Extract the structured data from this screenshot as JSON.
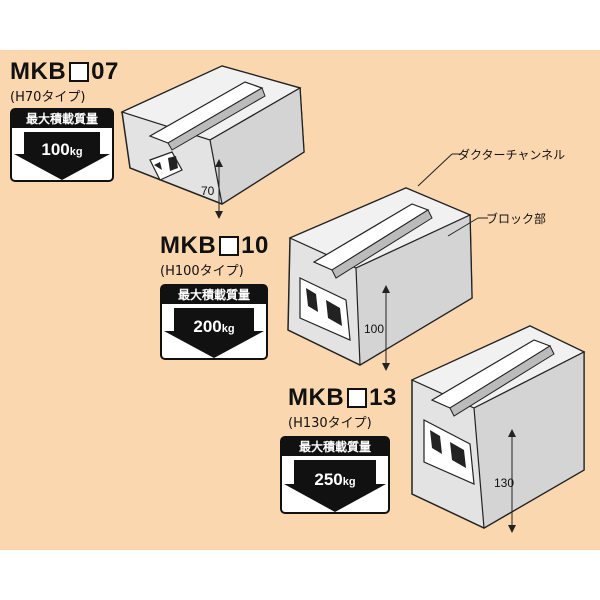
{
  "colors": {
    "background": "#fbd7b0",
    "block": "#e3e3e3",
    "outline": "#222222"
  },
  "products": [
    {
      "model_prefix": "MKB",
      "model_suffix": "07",
      "type": "(H70タイプ)",
      "load_title": "最大積載質量",
      "load_value": "100",
      "load_unit": "kg",
      "height": "70"
    },
    {
      "model_prefix": "MKB",
      "model_suffix": "10",
      "type": "(H100タイプ)",
      "load_title": "最大積載質量",
      "load_value": "200",
      "load_unit": "kg",
      "height": "100"
    },
    {
      "model_prefix": "MKB",
      "model_suffix": "13",
      "type": "(H130タイプ)",
      "load_title": "最大積載質量",
      "load_value": "250",
      "load_unit": "kg",
      "height": "130"
    }
  ],
  "callouts": {
    "channel": "ダクターチャンネル",
    "block": "ブロック部"
  }
}
